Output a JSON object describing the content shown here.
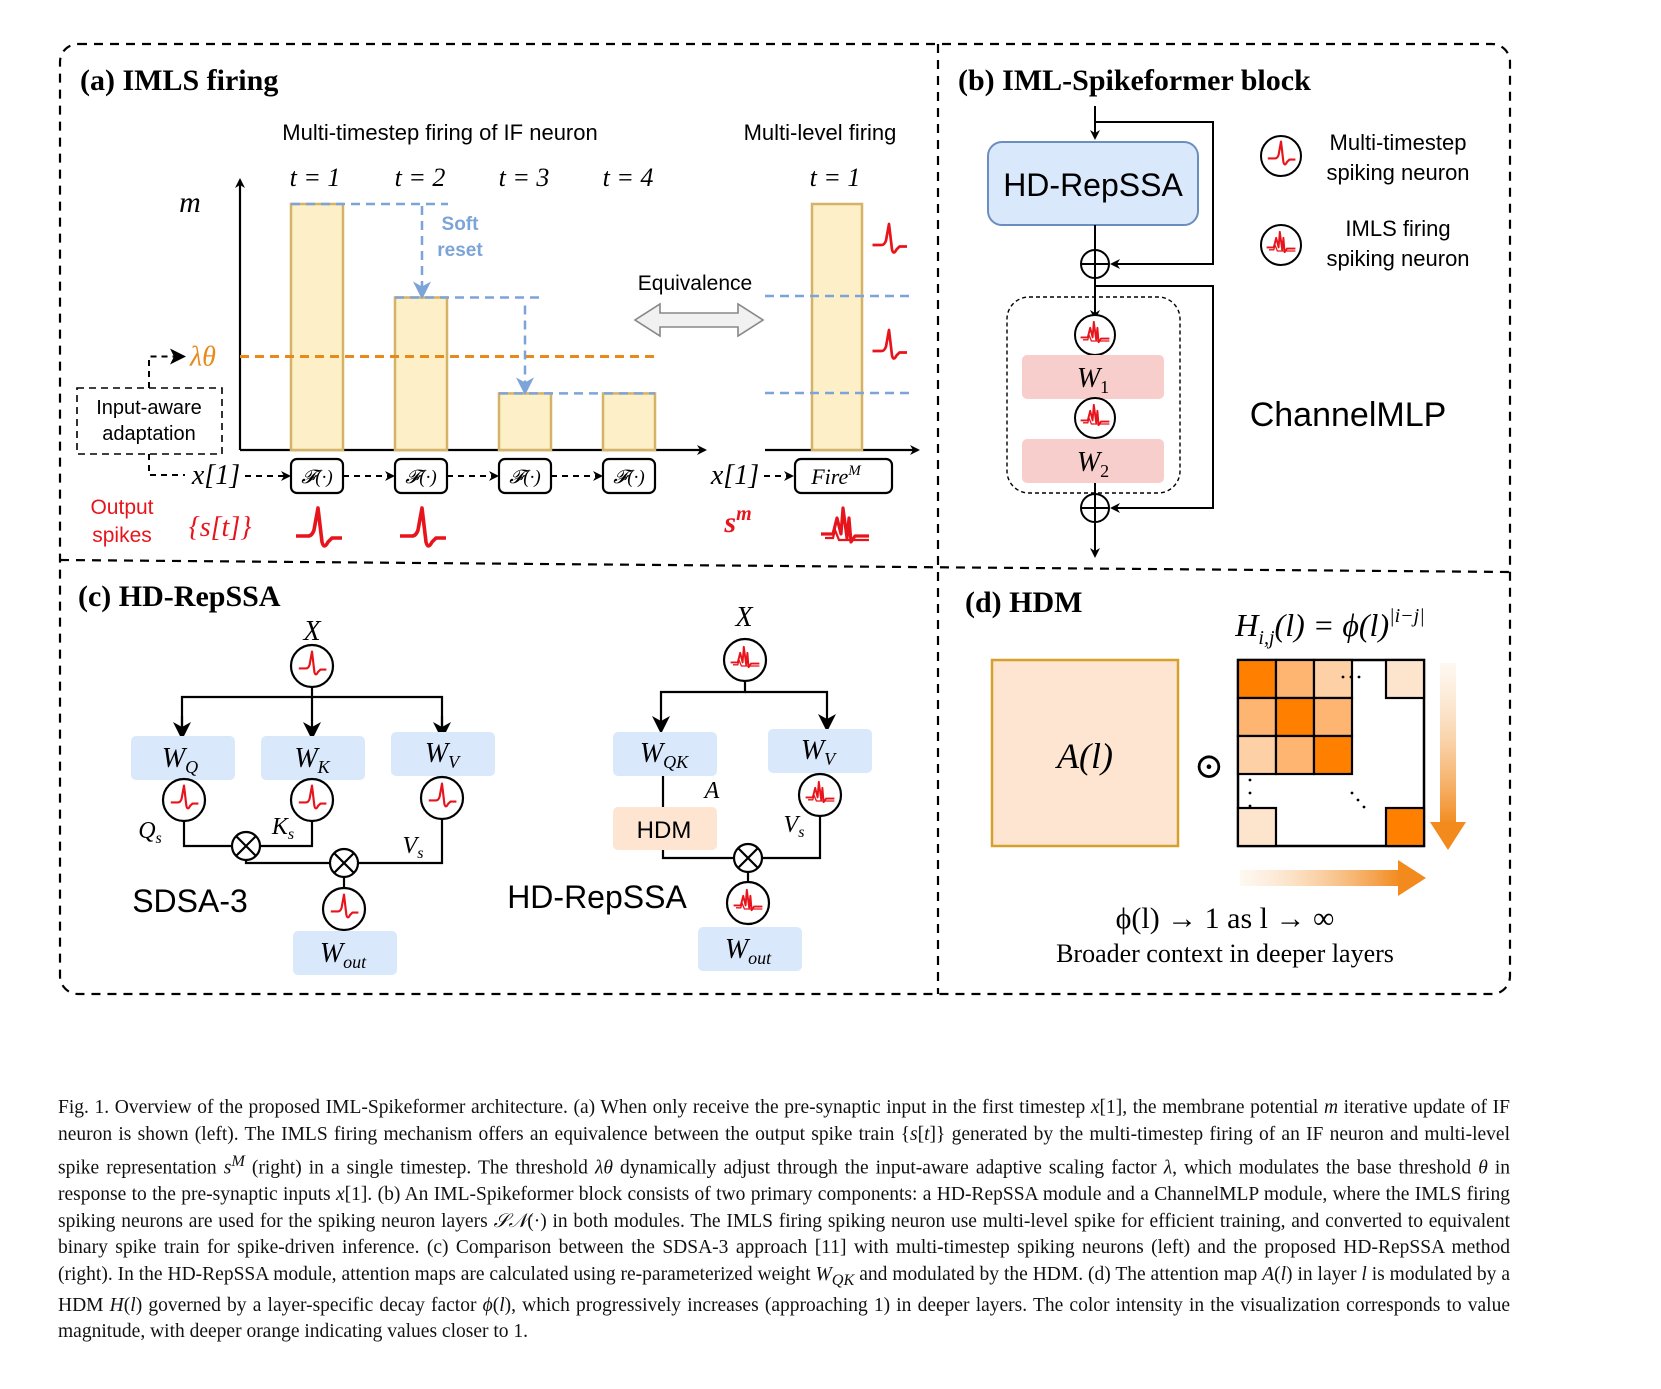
{
  "figure": {
    "panel_a": {
      "title": "(a) IMLS firing",
      "subtitle_left": "Multi-timestep firing of IF neuron",
      "subtitle_right": "Multi-level firing",
      "y_axis_label": "m",
      "timesteps": [
        "t = 1",
        "t = 2",
        "t = 3",
        "t = 4"
      ],
      "right_timestep": "t = 1",
      "soft_reset_line1": "Soft",
      "soft_reset_line2": "reset",
      "threshold_label": "λθ",
      "equivalence_label": "Equivalence",
      "adaptation_line1": "Input-aware",
      "adaptation_line2": "adaptation",
      "input_label": "x[1]",
      "function_label": "𝓕(·)",
      "fire_label": "Fire",
      "fire_superscript": "M",
      "output_line1": "Output",
      "output_line2": "spikes",
      "spike_train_label": "{s[t]}",
      "multi_level_spike_label": "s",
      "multi_level_spike_sup": "m",
      "membrane_levels": [
        1.0,
        0.62,
        0.23,
        0.23
      ],
      "threshold_level": 0.38
    },
    "panel_b": {
      "title": "(b) IML-Spikeformer block",
      "attention_block": "HD-RepSSA",
      "w1": "W",
      "w1_sub": "1",
      "w2": "W",
      "w2_sub": "2",
      "mlp_label": "ChannelMLP",
      "legend": [
        {
          "line1": "Multi-timestep",
          "line2": "spiking neuron",
          "icon": "single-spike-neuron-icon"
        },
        {
          "line1": "IMLS firing",
          "line2": "spiking neuron",
          "icon": "multi-spike-neuron-icon"
        }
      ]
    },
    "panel_c": {
      "title": "(c) HD-RepSSA",
      "input_x": "X",
      "left": {
        "label": "SDSA-3",
        "wq": "W",
        "wq_sub": "Q",
        "wk": "W",
        "wk_sub": "K",
        "wv": "W",
        "wv_sub": "V",
        "qs": "Q",
        "qs_sub": "s",
        "ks": "K",
        "ks_sub": "s",
        "vs": "V",
        "vs_sub": "s",
        "wout": "W",
        "wout_sub": "out"
      },
      "right": {
        "label": "HD-RepSSA",
        "wqk": "W",
        "wqk_sub": "QK",
        "wv": "W",
        "wv_sub": "V",
        "a_label": "A",
        "hdm": "HDM",
        "vs": "V",
        "vs_sub": "s",
        "wout": "W",
        "wout_sub": "out"
      }
    },
    "panel_d": {
      "title": "(d) HDM",
      "formula_lhs": "H",
      "formula_lhs_sub": "i,j",
      "formula_mid": "(l) = ϕ(l)",
      "formula_sup": "|i−j|",
      "attention_map": "A(l)",
      "hadamard": "⊙",
      "limit_text": "ϕ(l) → 1 as l → ∞",
      "context_text": "Broader context in deeper layers",
      "matrix_colors": {
        "diag": "#ff8000",
        "near": "#fdb571",
        "far": "#fdd0a5",
        "corner": "#fde4cc"
      }
    },
    "colors": {
      "bar_fill": "#fdefc8",
      "bar_stroke": "#d4b366",
      "threshold": "#e88a1a",
      "reset": "#7da4d8",
      "spike": "#e8141c",
      "blue_box": "#dae8fc",
      "blue_box_stroke": "#6c8ebf",
      "pink_box": "#f8cecc",
      "hdm_box": "#fde5d1",
      "a_box": "#fde5d1",
      "a_box_stroke": "#d6a02c"
    }
  },
  "caption": {
    "p1": "Fig. 1.  Overview of the proposed IML-Spikeformer architecture. (a) When only receive the pre-synaptic input in the first timestep ",
    "x1": "x",
    "p1b": "[1], the membrane potential ",
    "m": "m",
    "p2": " iterative update of IF neuron is shown (left). The IMLS firing mechanism offers an equivalence between the output spike train {",
    "s": "s",
    "p2b": "[",
    "t": "t",
    "p2c": "]} generated by the multi-timestep firing of an IF neuron and multi-level spike representation ",
    "sM": "s",
    "sM_sup": "M",
    "p3": " (right) in a single timestep. The threshold ",
    "lt": "λθ",
    "p3b": " dynamically adjust through the input-aware adaptive scaling factor ",
    "lam": "λ",
    "p3c": ", which modulates the base threshold ",
    "th": "θ",
    "p3d": " in response to the pre-synaptic inputs ",
    "x2": "x",
    "p4": "[1]. (b) An IML-Spikeformer block consists of two primary components: a HD-RepSSA module and a ChannelMLP module, where the IMLS firing spiking neurons are used for the spiking neuron layers ",
    "sn": "𝒮𝒩",
    "p5": "(·) in both modules. The IMLS firing spiking neuron use multi-level spike for efficient training, and converted to equivalent binary spike train for spike-driven inference. (c) Comparison between the SDSA-3 approach [11] with multi-timestep spiking neurons (left) and the proposed HD-RepSSA method (right). In the HD-RepSSA module, attention maps are calculated using re-parameterized weight ",
    "wqk": "W",
    "wqk_sub": "QK",
    "p6": " and modulated by the HDM. (d) The attention map ",
    "al": "A",
    "p6b": "(",
    "l1": "l",
    "p6c": ") in layer ",
    "l2": "l",
    "p6d": " is modulated by a HDM ",
    "hl": "H",
    "p6e": "(",
    "l3": "l",
    "p6f": ") governed by a layer-specific decay factor ",
    "phi": "ϕ",
    "p6g": "(",
    "l4": "l",
    "p7": "), which progressively increases (approaching 1) in deeper layers. The color intensity in the visualization corresponds to value magnitude, with deeper orange indicating values closer to 1."
  }
}
